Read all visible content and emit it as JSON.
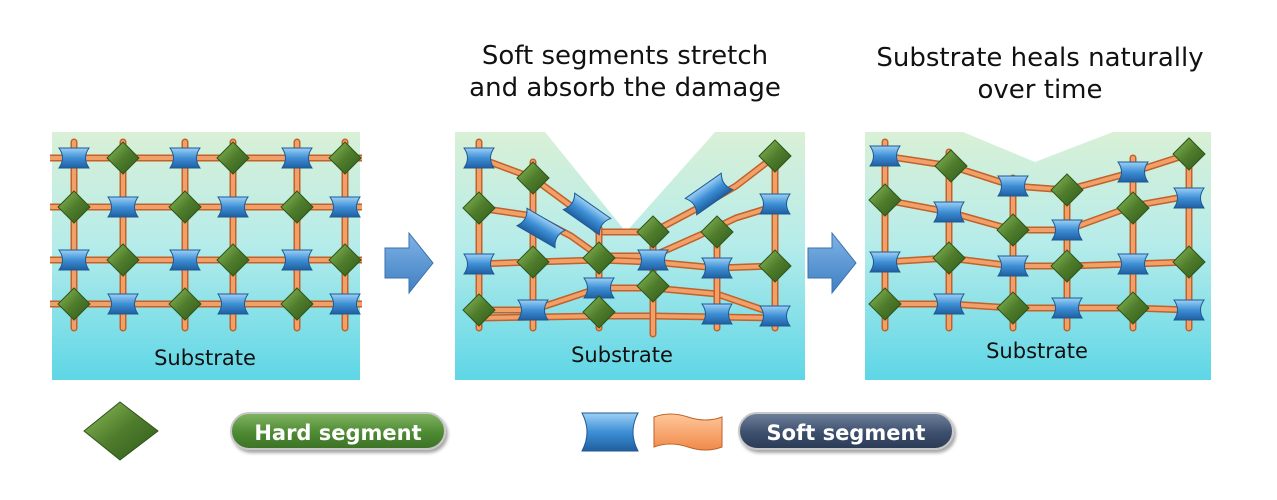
{
  "captions": {
    "stretch": [
      "Soft segments stretch",
      "and absorb the damage"
    ],
    "heal": [
      "Substrate heals naturally",
      "over time"
    ]
  },
  "panels": {
    "intact": {
      "label": "Substrate"
    },
    "damaged": {
      "label": "Substrate"
    },
    "healed": {
      "label": "Substrate"
    }
  },
  "legend": {
    "hard_segment": "Hard segment",
    "soft_segment": "Soft segment"
  },
  "colors": {
    "hard_segment": "#4f7d2c",
    "soft_segment": "#3d8fd6",
    "chain": "#f2a06a",
    "substrate_top": "#d9f0d6",
    "substrate_bottom": "#5ed6e6"
  }
}
